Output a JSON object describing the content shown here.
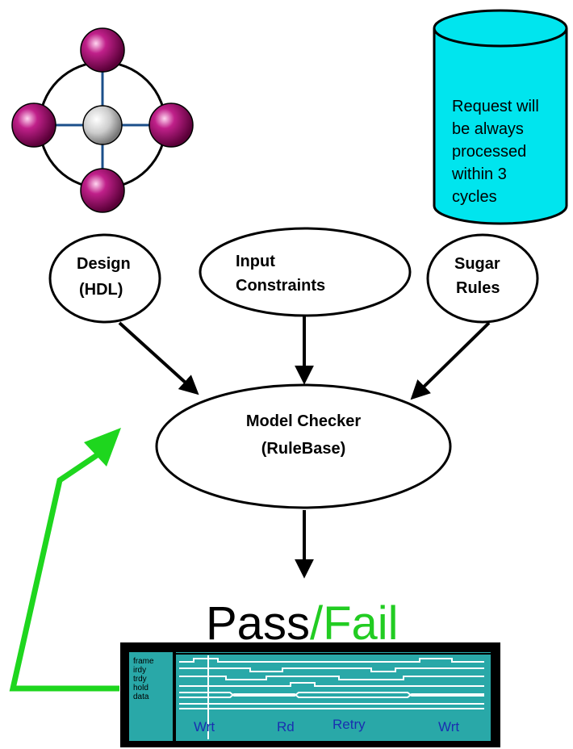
{
  "rule_cylinder": {
    "lines": [
      "Request will",
      "be always",
      "processed",
      "within 3",
      "cycles"
    ]
  },
  "inputs": {
    "design": [
      "Design",
      "(HDL)"
    ],
    "constraints": [
      "Input",
      "Constraints"
    ],
    "rules": [
      "Sugar",
      "Rules"
    ]
  },
  "checker": [
    "Model Checker",
    "(RuleBase)"
  ],
  "result": {
    "pass": "Pass",
    "slash": "/",
    "fail": "Fail",
    "pass_color": "#000000",
    "fail_color": "#22cc22"
  },
  "waveform": {
    "signals": [
      "frame",
      "irdy",
      "trdy",
      "hold",
      "data"
    ],
    "phases": [
      "Wrt",
      "Rd",
      "Retry",
      "Wrt"
    ]
  },
  "colors": {
    "cylinder_fill": "#00e5ee",
    "atom_outer": "#a0106a",
    "waveform_bg": "#29a8a8",
    "feedback_arrow": "#1ed61e"
  },
  "icons": {
    "design_graphic": "molecule-icon",
    "rules_store": "database-cylinder-icon"
  }
}
